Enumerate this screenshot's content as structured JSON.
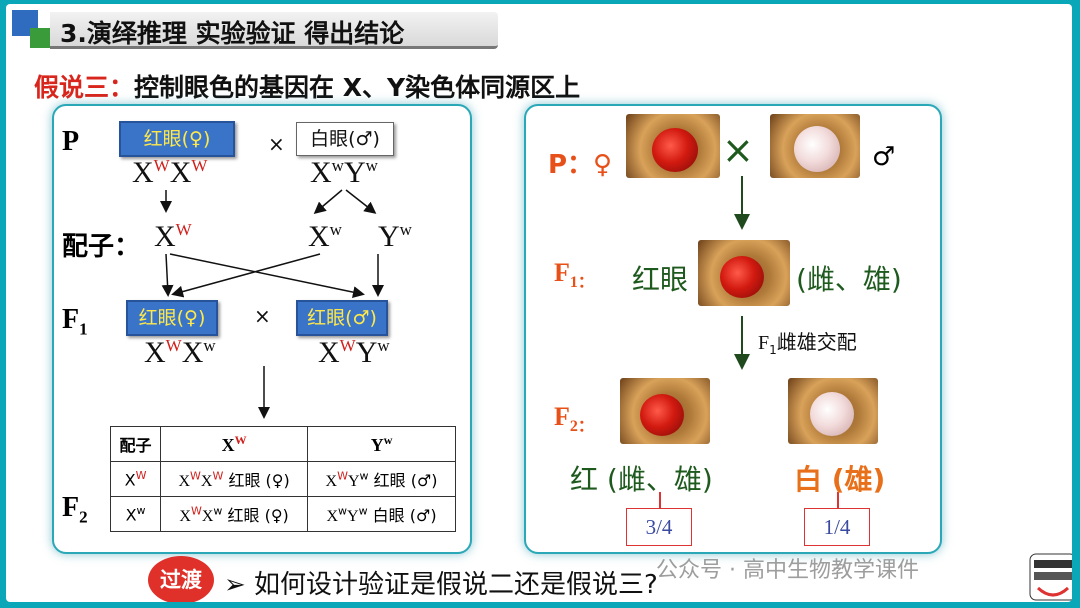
{
  "title": "3.演绎推理  实验验证 得出结论",
  "hypothesis": {
    "label": "假说三：",
    "text": "控制眼色的基因在 X、Y染色体同源区上"
  },
  "left": {
    "p_label": "P",
    "female_box": "红眼(♀)",
    "male_box": "白眼(♂)",
    "cross": "×",
    "p_female_genotype": {
      "a": "X",
      "a_sup": "W",
      "b": "X",
      "b_sup": "W"
    },
    "p_male_genotype": {
      "a": "X",
      "a_sup": "w",
      "b": "Y",
      "b_sup": "w"
    },
    "gamete_label": "配子：",
    "gamete1": {
      "base": "X",
      "sup": "W"
    },
    "gamete2": {
      "base": "X",
      "sup": "w"
    },
    "gamete3": {
      "base": "Y",
      "sup": "w"
    },
    "f1_label": "F",
    "f1_sub": "1",
    "f1_female_box": "红眼(♀)",
    "f1_male_box": "红眼(♂)",
    "f1_female_genotype": {
      "a": "X",
      "a_sup": "W",
      "b": "X",
      "b_sup": "w"
    },
    "f1_male_genotype": {
      "a": "X",
      "a_sup": "W",
      "b": "Y",
      "b_sup": "w"
    },
    "f2_label": "F",
    "f2_sub": "2",
    "table": {
      "header": [
        "配子",
        "X",
        "Y"
      ],
      "header_sups": [
        "",
        "W",
        "w"
      ],
      "rows": [
        {
          "gamete": "X",
          "gamete_sup": "W",
          "c1": {
            "g1": "X",
            "s1": "W",
            "g2": "X",
            "s2": "W",
            "pheno": " 红眼 (♀)"
          },
          "c2": {
            "g1": "X",
            "s1": "W",
            "g2": "Y",
            "s2": "w",
            "pheno": " 红眼 (♂)"
          }
        },
        {
          "gamete": "X",
          "gamete_sup": "w",
          "c1": {
            "g1": "X",
            "s1": "W",
            "g2": "X",
            "s2": "w",
            "pheno": " 红眼 (♀)"
          },
          "c2": {
            "g1": "X",
            "s1": "w",
            "g2": "Y",
            "s2": "w",
            "pheno": " 白眼 (♂)"
          }
        }
      ]
    }
  },
  "right": {
    "p_label": "P：♀",
    "cross": "×",
    "male_symbol": "♂",
    "f1_label": "F",
    "f1_sub": "1：",
    "f1_red": "红眼",
    "f1_sex": "(雌、雄)",
    "f1_mating_base": "F",
    "f1_mating_sub": "1",
    "f1_mating_text": "雌雄交配",
    "f2_label": "F",
    "f2_sub": "2：",
    "f2_red": "红 (雌、雄)",
    "f2_white": "白 (雄)",
    "ratio_red": "3/4",
    "ratio_white": "1/4"
  },
  "transition_label": "过渡",
  "question": "➢  如何设计验证是假说二还是假说三?",
  "watermark": "公众号 · 高中生物教学课件",
  "colors": {
    "accent_red": "#d0201c",
    "teal": "#0aa7b8",
    "blue_box": "#3a74c9",
    "green_text": "#1e5a1e",
    "orange_text": "#e8701a"
  }
}
